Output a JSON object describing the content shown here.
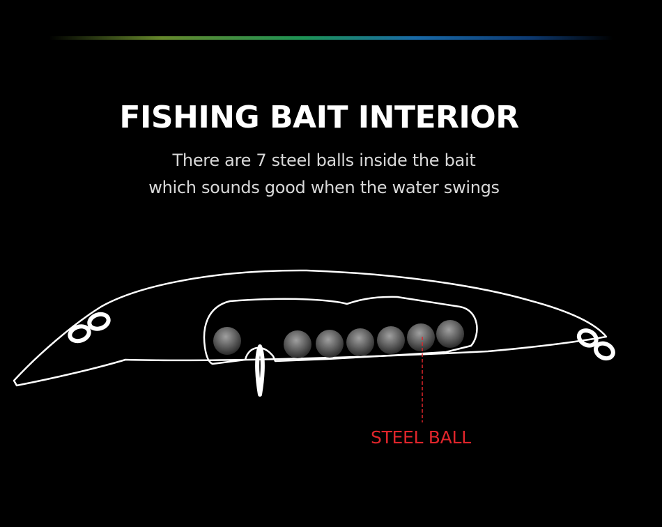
{
  "header": {
    "title": "FISHING BAIT INTERIOR",
    "subtitle_line1": "There are 7 steel balls inside the bait",
    "subtitle_line2": "which sounds good when the water swings"
  },
  "diagram": {
    "steel_ball_count": 7,
    "callout": {
      "label": "STEEL BALL"
    }
  },
  "colors": {
    "background": "#000000",
    "title": "#ffffff",
    "subtitle": "#d8d8d8",
    "outline": "#ffffff",
    "callout": "#e0252b",
    "ball_light": "#9a9a9a",
    "ball_dark": "#2e2e2e"
  }
}
